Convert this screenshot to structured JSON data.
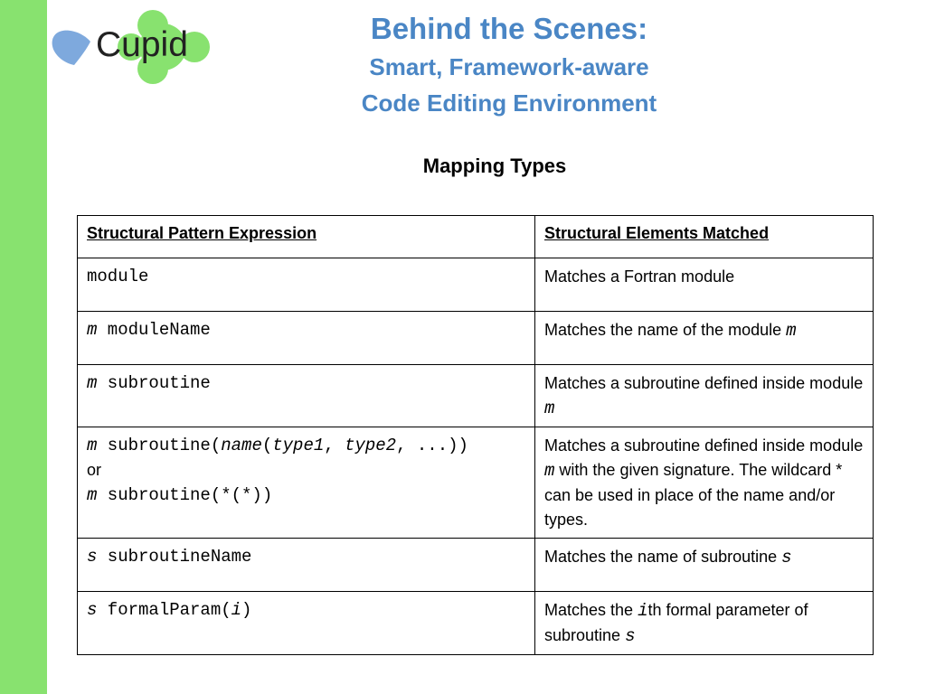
{
  "colors": {
    "sidebar": "#88e26f",
    "title": "#4a86c5",
    "heart_blue": "#7ea9dd",
    "clover_green": "#88e26f"
  },
  "logo": {
    "text": "Cupid"
  },
  "title": {
    "line1": "Behind the Scenes:",
    "line2": "Smart, Framework-aware",
    "line3": "Code Editing Environment"
  },
  "subtitle": "Mapping Types",
  "table": {
    "headers": [
      "Structural Pattern Expression",
      "Structural Elements Matched"
    ],
    "rows": [
      {
        "expr": [
          "module"
        ],
        "desc": [
          "Matches a Fortran module"
        ]
      },
      {
        "expr": [
          "m",
          " moduleName"
        ],
        "desc": [
          "Matches the name of the module ",
          "m"
        ]
      },
      {
        "expr": [
          "m",
          " subroutine"
        ],
        "desc": [
          "Matches a subroutine defined inside module ",
          "m"
        ]
      },
      {
        "expr": [
          "m",
          " subroutine(",
          "name",
          "(",
          "type1",
          ", ",
          "type2",
          ", ...))",
          "or",
          "m",
          " subroutine(*(*))"
        ],
        "desc": [
          "Matches a subroutine defined inside module ",
          "m",
          " with the given signature. The wildcard * can be used in place of the name and/or types."
        ]
      },
      {
        "expr": [
          "s",
          " subroutineName"
        ],
        "desc": [
          "Matches the name of subroutine ",
          "s"
        ]
      },
      {
        "expr": [
          "s",
          " formalParam(",
          "i",
          ")"
        ],
        "desc": [
          "Matches  the ",
          "i",
          "th formal parameter of subroutine ",
          "s"
        ]
      }
    ]
  }
}
